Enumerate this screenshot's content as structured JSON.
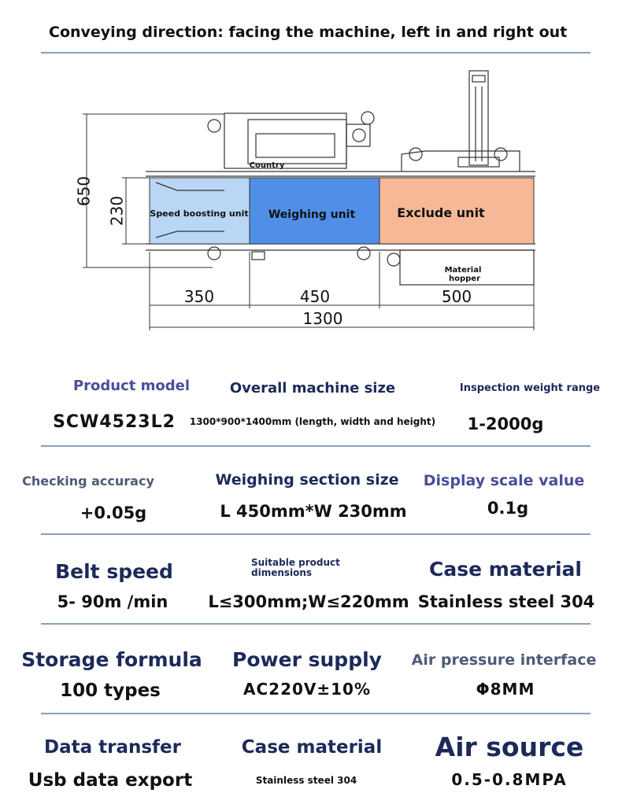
{
  "title": "Conveying direction: facing the machine, left in and right out",
  "diagram": {
    "dim_height_total": "650",
    "dim_height_belt": "230",
    "dim_speed": "350",
    "dim_weigh": "450",
    "dim_exclude": "500",
    "dim_total": "1300",
    "speed_unit": "Speed boosting unit",
    "weighing_unit": "Weighing unit",
    "exclude_unit": "Exclude unit",
    "country": "Country",
    "material_line1": "Material",
    "material_line2": "hopper",
    "colors": {
      "speed": "#b9d6f5",
      "weigh": "#4f8fe8",
      "exclude": "#f6b896"
    }
  },
  "specs": [
    {
      "label": "Product model",
      "value": "SCW4523L2"
    },
    {
      "label": "Overall machine size",
      "value": "1300*900*1400mm (length, width and height)"
    },
    {
      "label": "Inspection weight range",
      "value": "1-2000g"
    },
    {
      "label": "Checking accuracy",
      "value": "+0.05g"
    },
    {
      "label": "Weighing section size",
      "value": "L 450mm*W 230mm"
    },
    {
      "label": "Display scale value",
      "value": "0.1g"
    },
    {
      "label": "Belt speed",
      "value": "5- 90m /min"
    },
    {
      "label": "Suitable product dimensions",
      "value": "L≤300mm;W≤220mm"
    },
    {
      "label": "Case material",
      "value": "Stainless steel 304"
    },
    {
      "label": "Storage formula",
      "value": "100 types"
    },
    {
      "label": "Power supply",
      "value": "AC220V±10%"
    },
    {
      "label": "Air pressure interface",
      "value": "Φ8MM"
    },
    {
      "label": "Data transfer",
      "value": "Usb data export"
    },
    {
      "label": "Case material",
      "value": "Stainless steel 304"
    },
    {
      "label": "Air source",
      "value": "0.5-0.8MPA"
    }
  ]
}
